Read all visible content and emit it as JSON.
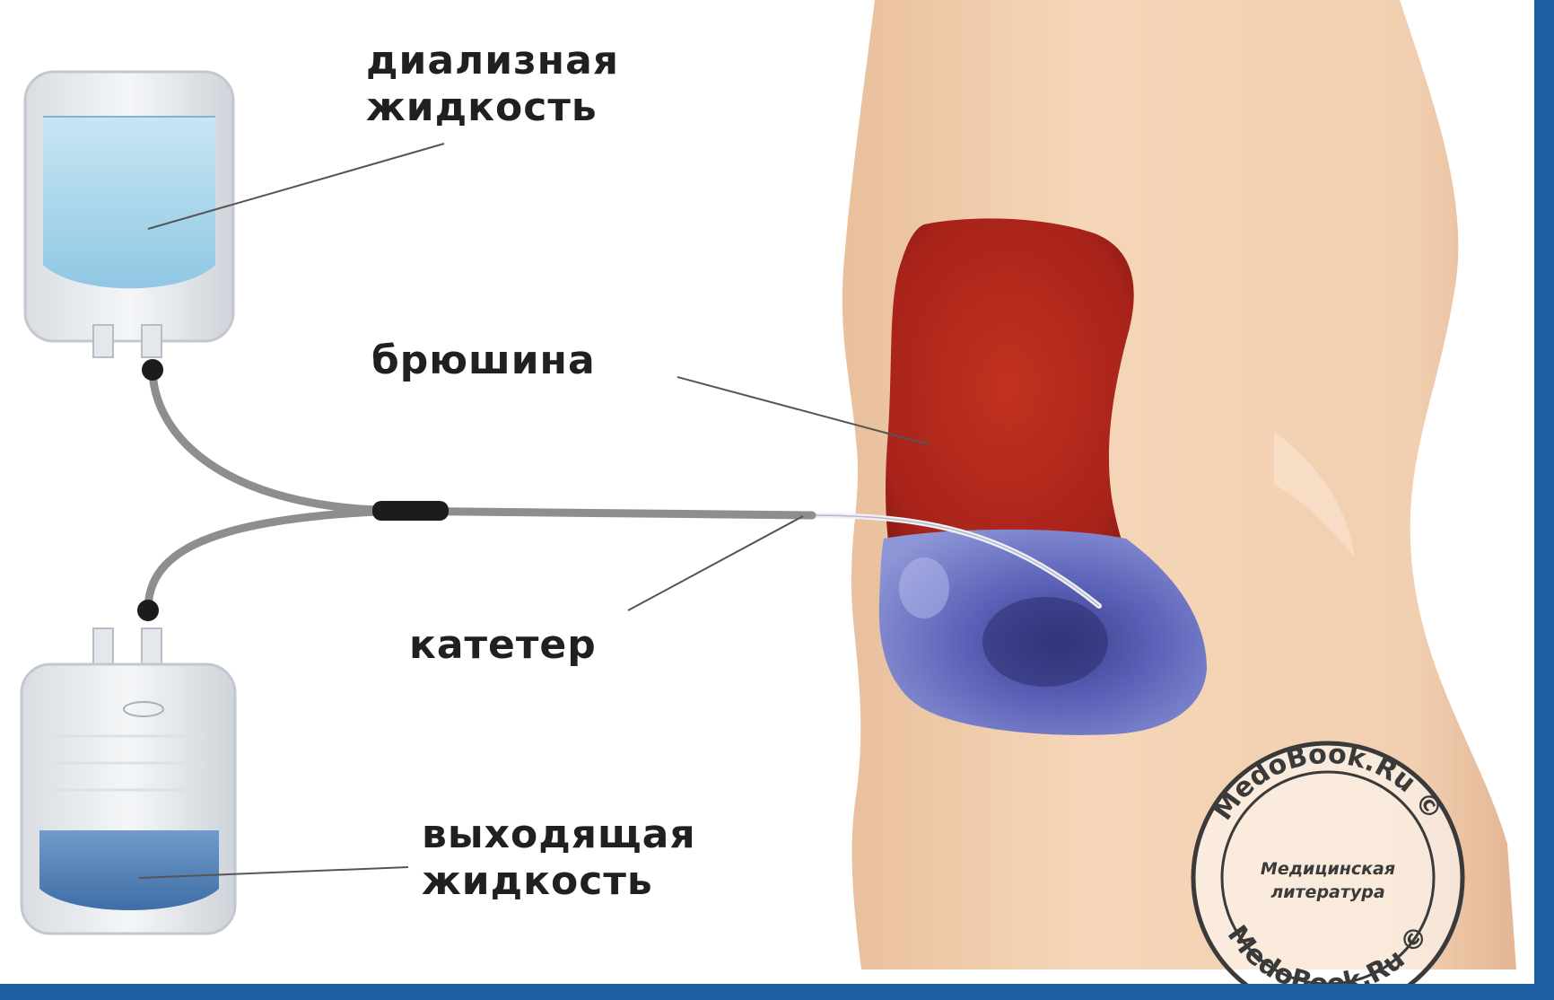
{
  "labels": {
    "dialysis_fluid": [
      "диализная",
      "жидкость"
    ],
    "peritoneum": "брюшина",
    "catheter": "катетер",
    "outgoing_fluid": [
      "выходящая",
      "жидкость"
    ]
  },
  "watermark": {
    "outer_text": "MedoBook.Ru ©",
    "inner_text": [
      "Медицинская",
      "литература"
    ]
  },
  "colors": {
    "skin": "#f2cfae",
    "peritoneum": "#b3261a",
    "fluid_in_abdomen": "#5b62b8",
    "bag_fluid_fresh": "#a9d6ec",
    "bag_fluid_used": "#4f7fb6",
    "tube": "#8e8e8e",
    "frame": "#1e5fa3"
  }
}
